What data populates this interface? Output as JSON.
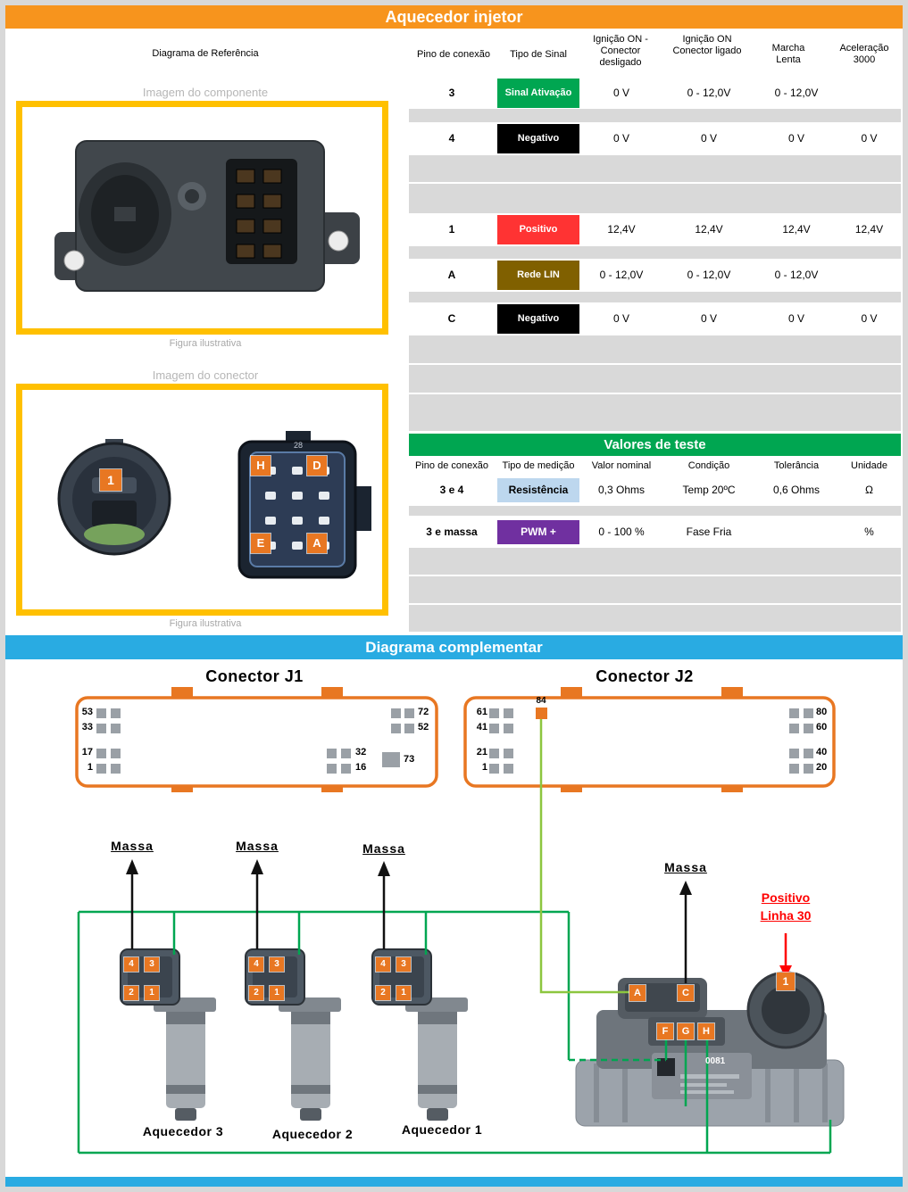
{
  "title": "Aquecedor injetor",
  "colors": {
    "header_orange": "#F7941D",
    "frame_yellow": "#FFC000",
    "signal_green": "#00A651",
    "signal_black": "#000000",
    "signal_red": "#FF3333",
    "signal_lin": "#806000",
    "measure_blue": "#BDD7EE",
    "measure_purple": "#7030A0",
    "test_bar_green": "#00A651",
    "section_cyan": "#29ABE2",
    "wire_green_dark": "#00A651",
    "wire_green_light": "#8CC63F",
    "pin_orange": "#E87722",
    "positivo_red": "#FF0000",
    "row_gray": "#D9D9D9"
  },
  "reference": {
    "header": "Diagrama de Referência",
    "component_label": "Imagem do componente",
    "connector_label": "Imagem do conector",
    "caption1": "Figura ilustrativa",
    "caption2": "Figura ilustrativa",
    "connector_markings": {
      "round_pin": "1",
      "h": "H",
      "d": "D",
      "e": "E",
      "a": "A",
      "small": "28"
    }
  },
  "signal_table": {
    "headers": {
      "pin": "Pino de conexão",
      "type": "Tipo de Sinal",
      "col1": "Ignição ON - Conector desligado",
      "col2": "Ignição ON Conector ligado",
      "col3": "Marcha Lenta",
      "col4": "Aceleração 3000"
    },
    "rows": [
      {
        "pin": "3",
        "signal": "Sinal Ativação",
        "v1": "0 V",
        "v2": "0 - 12,0V",
        "v3": "0 - 12,0V",
        "v4": ""
      },
      {
        "pin": "4",
        "signal": "Negativo",
        "v1": "0 V",
        "v2": "0 V",
        "v3": "0 V",
        "v4": "0 V"
      },
      {
        "pin": "1",
        "signal": "Positivo",
        "v1": "12,4V",
        "v2": "12,4V",
        "v3": "12,4V",
        "v4": "12,4V"
      },
      {
        "pin": "A",
        "signal": "Rede LIN",
        "v1": "0 - 12,0V",
        "v2": "0 - 12,0V",
        "v3": "0 - 12,0V",
        "v4": ""
      },
      {
        "pin": "C",
        "signal": "Negativo",
        "v1": "0 V",
        "v2": "0 V",
        "v3": "0 V",
        "v4": "0 V"
      }
    ]
  },
  "test_table": {
    "title": "Valores de teste",
    "headers": {
      "pin": "Pino de conexão",
      "type": "Tipo de medição",
      "nominal": "Valor nominal",
      "condition": "Condição",
      "tolerance": "Tolerância",
      "unit": "Unidade"
    },
    "rows": [
      {
        "pin": "3 e 4",
        "type": "Resistência",
        "nominal": "0,3 Ohms",
        "condition": "Temp 20ºC",
        "tolerance": "0,6 Ohms",
        "unit": "Ω"
      },
      {
        "pin": "3 e massa",
        "type": "PWM +",
        "nominal": "0 - 100 %",
        "condition": "Fase Fria",
        "tolerance": "",
        "unit": "%"
      }
    ]
  },
  "diagram": {
    "title": "Diagrama complementar",
    "j1": {
      "label": "Conector J1",
      "left_pins": [
        "53",
        "33",
        "17",
        "1"
      ],
      "right_pins": [
        "72",
        "52",
        "32",
        "16"
      ],
      "big_pin": "73"
    },
    "j2": {
      "label": "Conector J2",
      "left_pins": [
        "61",
        "41",
        "21",
        "1"
      ],
      "top_pin": "84",
      "right_pins": [
        "80",
        "60",
        "40",
        "20"
      ]
    },
    "massa": "Massa",
    "positivo_line1": "Positivo",
    "positivo_line2": "Linha 30",
    "injector_pins": [
      "4",
      "3",
      "2",
      "1"
    ],
    "module_pins": {
      "a": "A",
      "c": "C",
      "f": "F",
      "g": "G",
      "h": "H",
      "one": "1"
    },
    "heaters": [
      "Aquecedor 3",
      "Aquecedor 2",
      "Aquecedor 1"
    ],
    "module_code": "0081"
  }
}
